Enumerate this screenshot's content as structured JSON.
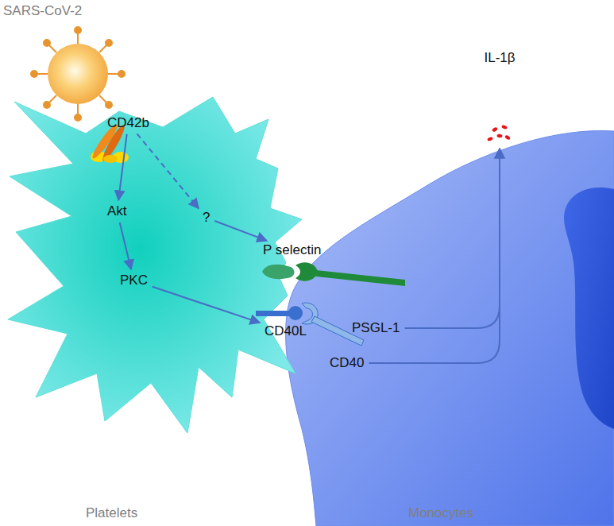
{
  "diagram": {
    "nodes": [
      {
        "text": [
          "CD42b"
        ]
      },
      {
        "text": [
          "Akt"
        ]
      },
      {
        "text": [
          "?"
        ]
      },
      {
        "text": [
          "PKC"
        ]
      },
      {
        "text": [
          "P selectin"
        ]
      },
      {
        "text": [
          "CD40L"
        ]
      },
      {
        "text": [
          "PSGL-1"
        ]
      },
      {
        "text": [
          "CD40"
        ]
      },
      {
        "text": [
          "IL-1β"
        ]
      }
    ],
    "edges": [
      {
        "from": 0,
        "to": 1,
        "arrow": "to"
      },
      {
        "from": 0,
        "to": 2,
        "arrow": "to"
      },
      {
        "from": 2,
        "to": 4,
        "arrow": "to"
      },
      {
        "from": 1,
        "to": 3,
        "arrow": "to"
      },
      {
        "from": 3,
        "to": 5,
        "arrow": "to"
      },
      {
        "from": 6,
        "to": 8,
        "arrow": "to"
      },
      {
        "from": 7,
        "to": 8,
        "arrow": "to"
      }
    ],
    "labels": [
      "SARS-CoV-2",
      "Platelets",
      "Monocytes"
    ]
  }
}
